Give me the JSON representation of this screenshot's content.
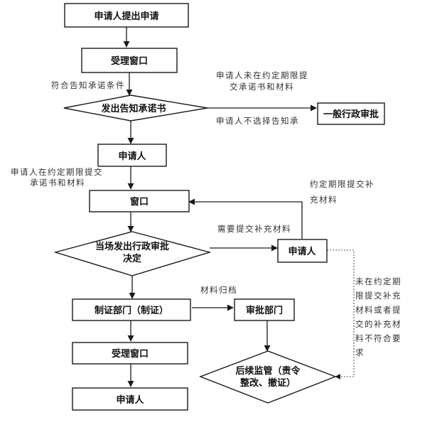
{
  "nodes": {
    "applicant_submit": "申请人提出申请",
    "accept_window_1": "受理窗口",
    "issue_notice": "发出告知承诺书",
    "general_approval": "一般行政审批",
    "applicant_1": "申请人",
    "window": "窗口",
    "decision_line1": "当场发出行政审批",
    "decision_line2": "决定",
    "applicant_2": "申请人",
    "certificate_dept": "制证部门（制证）",
    "approval_dept": "审批部门",
    "accept_window_2": "受理窗口",
    "supervision_line1": "后续监管（责令",
    "supervision_line2": "整改、撤证）",
    "applicant_3": "申请人"
  },
  "notes": {
    "meets_conditions": "符合告知承诺条件",
    "not_submitted_line1": "申请人未在约定期限提",
    "not_submitted_line2": "交承诺书和材料",
    "not_choose": "申请人不选择告知承",
    "submitted_line1": "申请人在约定期限提交",
    "submitted_line2": "承诺书和材料",
    "supplement_line1": "约定期限提交补",
    "supplement_line2": "充材料",
    "need_supplement": "需要提交补充材料",
    "archive": "材料归档",
    "vertical_line1": "未在约定期",
    "vertical_line2": "限提交补充",
    "vertical_line3": "材料或者提",
    "vertical_line4": "交的补充材",
    "vertical_line5": "料不符合要",
    "vertical_line6": "求"
  }
}
